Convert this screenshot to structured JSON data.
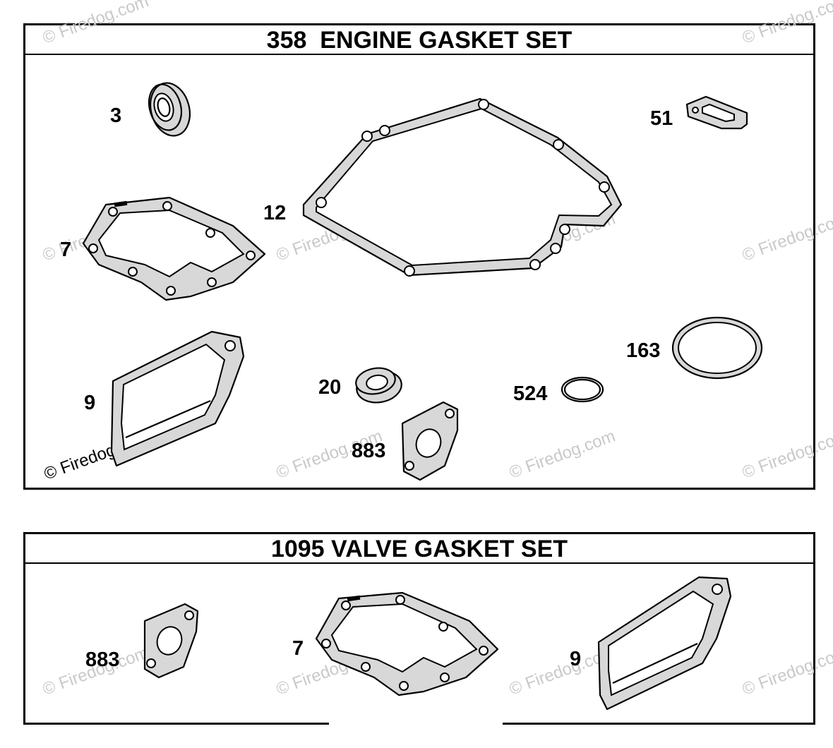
{
  "panels": [
    {
      "title": "358  ENGINE GASKET SET"
    },
    {
      "title": "1095 VALVE GASKET SET"
    }
  ],
  "engine_parts": {
    "p3": "3",
    "p51": "51",
    "p12": "12",
    "p7": "7",
    "p9": "9",
    "p20": "20",
    "p524": "524",
    "p163": "163",
    "p883": "883"
  },
  "valve_parts": {
    "p883": "883",
    "p7": "7",
    "p9": "9"
  },
  "watermark": "© Firedog.com",
  "colors": {
    "line": "#000000",
    "fill": "#d8d8d8",
    "watermark": "#c9c9c9"
  }
}
